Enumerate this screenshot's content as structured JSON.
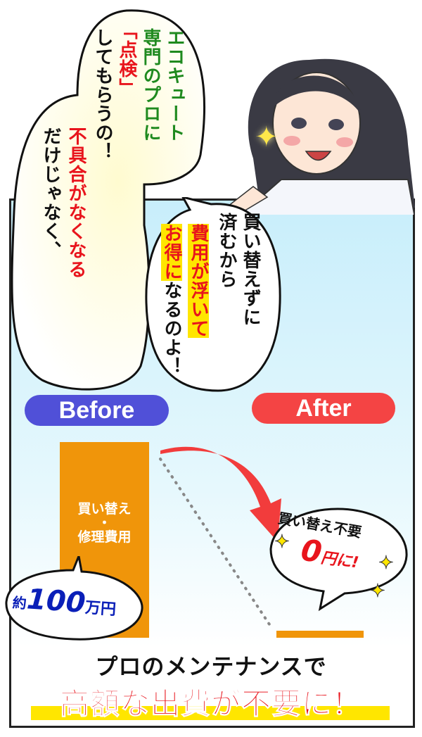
{
  "left_bubble": {
    "lines": [
      "エコキュート",
      "専門のプロに",
      "「点検」",
      "してもらうの！",
      "不具合がなくなる",
      "だけじゃなく、"
    ]
  },
  "right_bubble": {
    "line1": "買い替えずに",
    "line2": "済むから",
    "line3": "費用が浮いて",
    "line4_highlight": "お得に",
    "line4_rest": "なるのよ！"
  },
  "before_label": "Before",
  "after_label": "After",
  "before_bar": {
    "label_line1": "買い替え",
    "label_sep": "・",
    "label_line2": "修理費用"
  },
  "before_bubble": {
    "prefix": "約",
    "amount": "100",
    "unit": "万円"
  },
  "after_bubble": {
    "line1": "買い替え不要",
    "amount": "0",
    "unit": "円に!"
  },
  "headline": {
    "line1": "プロのメンテナンスで",
    "line2": "高額な出費が不要に！"
  },
  "colors": {
    "before": "#5050d8",
    "after": "#f44444",
    "bar": "#f0950a",
    "accent_red": "#e8141c",
    "highlight": "#ffe600"
  }
}
